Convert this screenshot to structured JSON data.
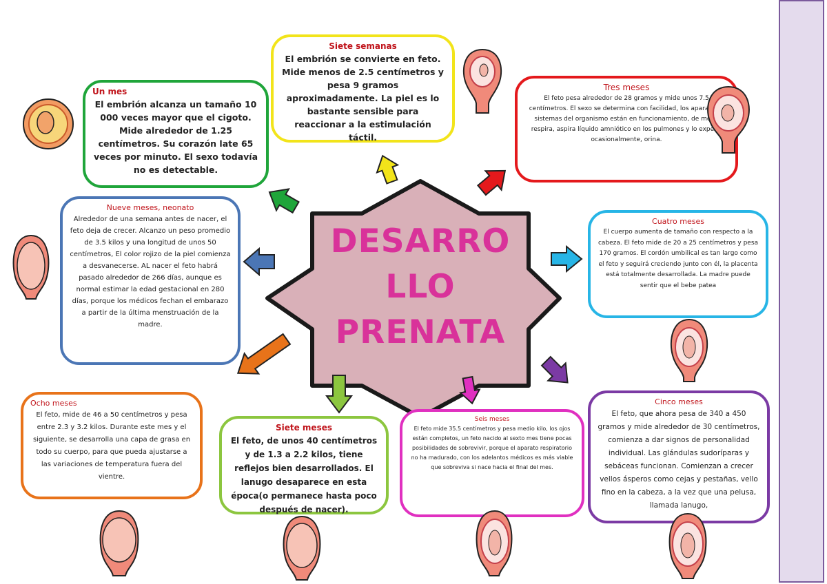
{
  "center": {
    "line1": "DESARRO",
    "line2": "LLO",
    "line3": "PRENATA",
    "fill": "#d9b0b8",
    "text_color": "#d9329a"
  },
  "boxes": {
    "one_month": {
      "title": "Un mes",
      "text": "El embrión alcanza un tamaño 10 000 veces mayor que el cigoto. Mide alrededor de 1.25 centímetros. Su corazón late 65 veces por minuto. El sexo todavía no es detectable.",
      "color": "#1fa53a"
    },
    "seven_weeks": {
      "title": "Siete semanas",
      "text": "El embrión se convierte en feto. Mide menos de 2.5 centímetros y pesa 9 gramos aproximadamente. La piel es lo bastante sensible para reaccionar a la estimulación táctil.",
      "color": "#f2e41a"
    },
    "three_months": {
      "title": "Tres meses",
      "text": "El feto pesa alrededor de 28 gramos y mide unos 7.5 centímetros. El sexo se determina con facilidad, los aparatos y sistemas del organismo están en funcionamiento, de modo respira, aspira líquido amniótico en los pulmones y lo expele; ocasionalmente, orina.",
      "color": "#e4191c"
    },
    "nine_months": {
      "title": "Nueve meses, neonato",
      "text": "Alrededor de una semana antes de nacer, el feto deja de crecer. Alcanzo un peso promedio de 3.5 kilos y una longitud de unos 50 centímetros, El color rojizo de la piel comienza a desvanecerse. AL nacer el feto habrá pasado alrededor de 266 días, aunque es normal estimar la edad gestacional en 280 días, porque los médicos fechan el embarazo a partir de la última menstruación de la madre.",
      "color": "#4b76b5"
    },
    "four_months": {
      "title": "Cuatro meses",
      "text": "El cuerpo aumenta de tamaño con respecto a la cabeza. El feto mide de 20 a 25 centímetros y pesa 170 gramos. El cordón umbilical es tan largo como el feto y seguirá creciendo junto con él, la placenta está totalmente desarrollada. La madre puede sentir que el bebe patea",
      "color": "#27b5e6"
    },
    "eight_months": {
      "title": "Ocho meses",
      "text": "El feto, mide de 46 a 50 centímetros y pesa entre 2.3 y 3.2 kilos. Durante este mes y el siguiente, se desarrolla una capa de grasa en todo su cuerpo, para que pueda ajustarse a las variaciones de temperatura fuera del vientre.",
      "color": "#e8731a"
    },
    "seven_months": {
      "title": "Siete meses",
      "text": "El feto, de unos 40 centímetros y de 1.3 a 2.2 kilos, tiene reflejos bien desarrollados. El lanugo desaparece en esta época(o permanece hasta poco después de nacer).",
      "color": "#8cc63f"
    },
    "six_months": {
      "title": "Seis meses",
      "text": "El feto mide 35.5 centímetros y pesa medio kilo, los ojos están completos, un feto nacido al sexto mes tiene pocas posibilidades de sobrevivir, porque el aparato respiratorio no ha madurado, con los adelantos médicos es más viable que sobreviva si nace hacia el final del mes.",
      "color": "#e030c0"
    },
    "five_months": {
      "title": "Cinco meses",
      "text": "El feto, que ahora pesa de 340 a 450 gramos y mide alrededor de 30 centímetros, comienza a dar signos de personalidad individual. Las glándulas sudoríparas y sebáceas funcionan. Comienzan a crecer vellos ásperos como cejas y pestañas, vello fino en la cabeza, a la vez que una pelusa, llamada lanugo,",
      "color": "#7b3aa4"
    }
  },
  "icons": [
    "fetus-icon"
  ]
}
